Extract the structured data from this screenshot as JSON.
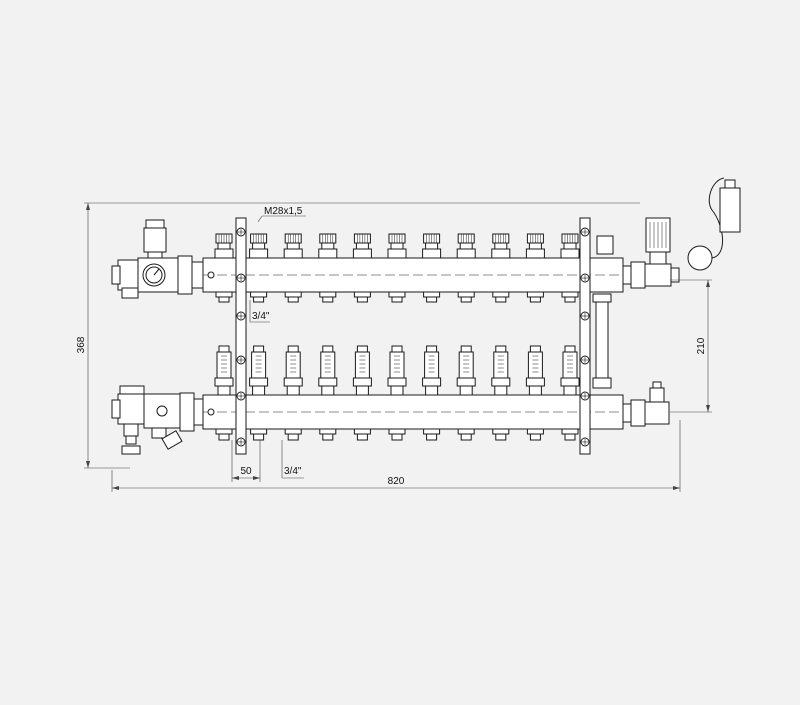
{
  "drawing": {
    "labels": {
      "thread": "M28x1,5",
      "height": "368",
      "width": "820",
      "distance": "210",
      "spacing": "50",
      "top_connection": "3/4\"",
      "bottom_connection": "3/4\""
    },
    "outlet_count": 11,
    "colors": {
      "line": "#1a1a1a",
      "fill": "#ffffff",
      "background": "#f2f2f2"
    }
  }
}
